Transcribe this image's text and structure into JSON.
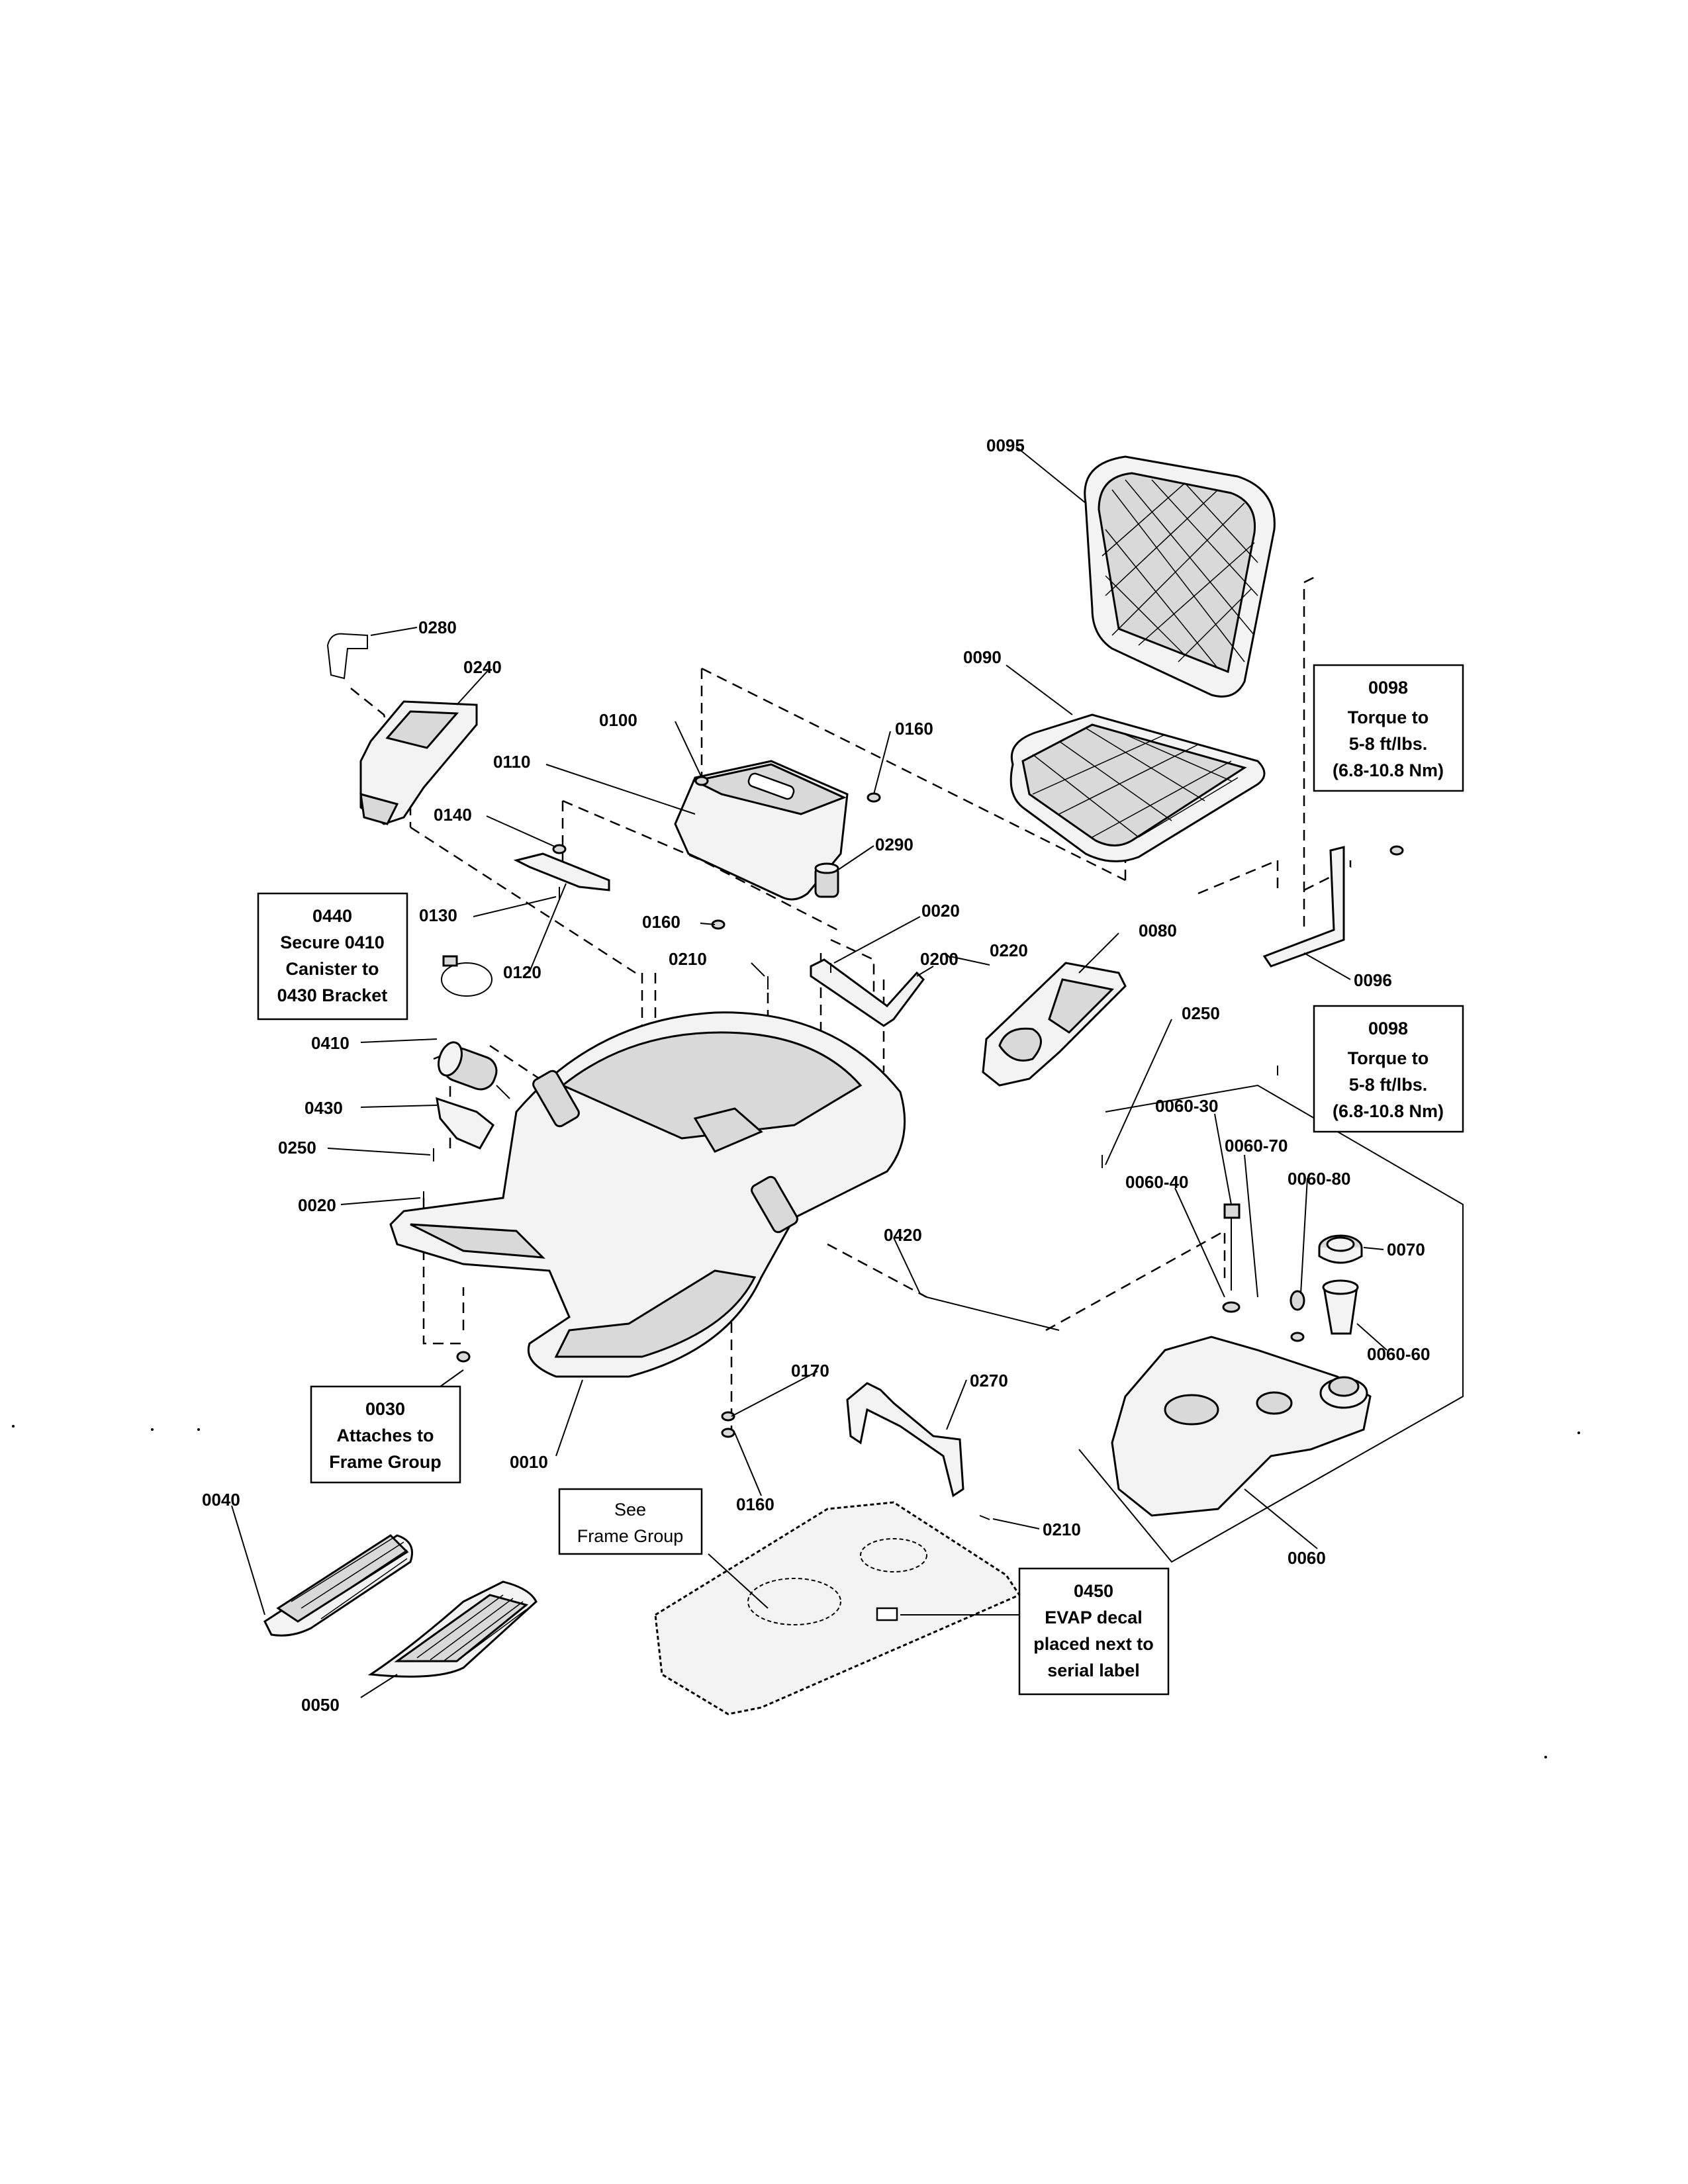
{
  "callouts": [
    {
      "id": "c0095",
      "text": "0095"
    },
    {
      "id": "c0280",
      "text": "0280"
    },
    {
      "id": "c0240",
      "text": "0240"
    },
    {
      "id": "c0090",
      "text": "0090"
    },
    {
      "id": "c0100",
      "text": "0100"
    },
    {
      "id": "c0160a",
      "text": "0160"
    },
    {
      "id": "c0110",
      "text": "0110"
    },
    {
      "id": "c0140",
      "text": "0140"
    },
    {
      "id": "c0290",
      "text": "0290"
    },
    {
      "id": "c0130",
      "text": "0130"
    },
    {
      "id": "c0160b",
      "text": "0160"
    },
    {
      "id": "c0020a",
      "text": "0020"
    },
    {
      "id": "c0120",
      "text": "0120"
    },
    {
      "id": "c0210a",
      "text": "0210"
    },
    {
      "id": "c0200",
      "text": "0200"
    },
    {
      "id": "c0220",
      "text": "0220"
    },
    {
      "id": "c0080",
      "text": "0080"
    },
    {
      "id": "c0096",
      "text": "0096"
    },
    {
      "id": "c0410",
      "text": "0410"
    },
    {
      "id": "c0250a",
      "text": "0250"
    },
    {
      "id": "c0430",
      "text": "0430"
    },
    {
      "id": "c0250b",
      "text": "0250"
    },
    {
      "id": "c0060-30",
      "text": "0060-30"
    },
    {
      "id": "c0060-70",
      "text": "0060-70"
    },
    {
      "id": "c0060-40",
      "text": "0060-40"
    },
    {
      "id": "c0060-80",
      "text": "0060-80"
    },
    {
      "id": "c0020b",
      "text": "0020"
    },
    {
      "id": "c0070",
      "text": "0070"
    },
    {
      "id": "c0420",
      "text": "0420"
    },
    {
      "id": "c0060-60",
      "text": "0060-60"
    },
    {
      "id": "c0170",
      "text": "0170"
    },
    {
      "id": "c0270",
      "text": "0270"
    },
    {
      "id": "c0010",
      "text": "0010"
    },
    {
      "id": "c0040",
      "text": "0040"
    },
    {
      "id": "c0160c",
      "text": "0160"
    },
    {
      "id": "c0210b",
      "text": "0210"
    },
    {
      "id": "c0060",
      "text": "0060"
    },
    {
      "id": "c0050",
      "text": "0050"
    }
  ],
  "notes": [
    {
      "id": "n0098a",
      "lines": [
        "0098",
        "Torque to",
        "5-8 ft/lbs.",
        "(6.8-10.8 Nm)"
      ]
    },
    {
      "id": "n0098b",
      "lines": [
        "0098",
        "Torque to",
        "5-8 ft/lbs.",
        "(6.8-10.8 Nm)"
      ]
    },
    {
      "id": "n0440",
      "lines": [
        "0440",
        "Secure 0410",
        "Canister to",
        "0430 Bracket"
      ]
    },
    {
      "id": "n0030",
      "lines": [
        "0030",
        "Attaches to",
        "Frame Group"
      ]
    },
    {
      "id": "nsee",
      "lines": [
        "See",
        "Frame Group"
      ]
    },
    {
      "id": "n0450",
      "lines": [
        "0450",
        "EVAP decal",
        "placed next to",
        "serial label"
      ]
    }
  ]
}
